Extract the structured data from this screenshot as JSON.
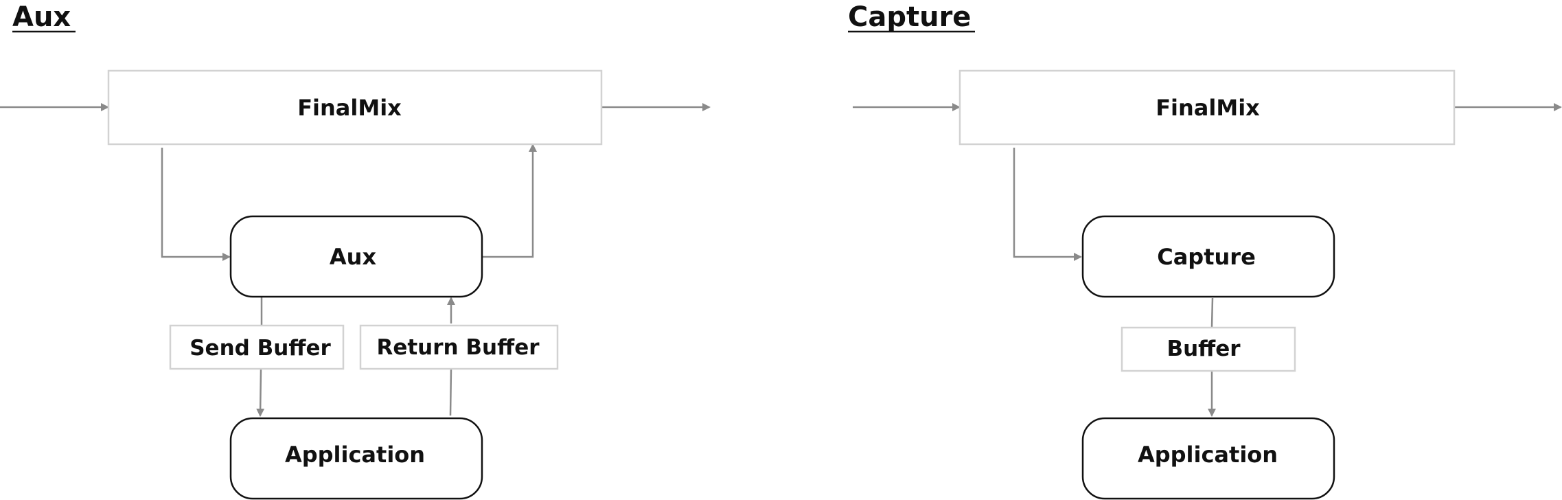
{
  "diagrams": {
    "aux": {
      "title": "Aux",
      "final_mix": "FinalMix",
      "effect_node": "Aux",
      "send_buffer": "Send Buffer",
      "return_buffer": "Return Buffer",
      "application": "Application"
    },
    "capture": {
      "title": "Capture",
      "final_mix": "FinalMix",
      "effect_node": "Capture",
      "buffer": "Buffer",
      "application": "Application"
    }
  },
  "colors": {
    "arrow": "#8a8a8a",
    "flat_box_border": "#d2d2d2",
    "rounded_box_border": "#111111",
    "text": "#111111"
  }
}
